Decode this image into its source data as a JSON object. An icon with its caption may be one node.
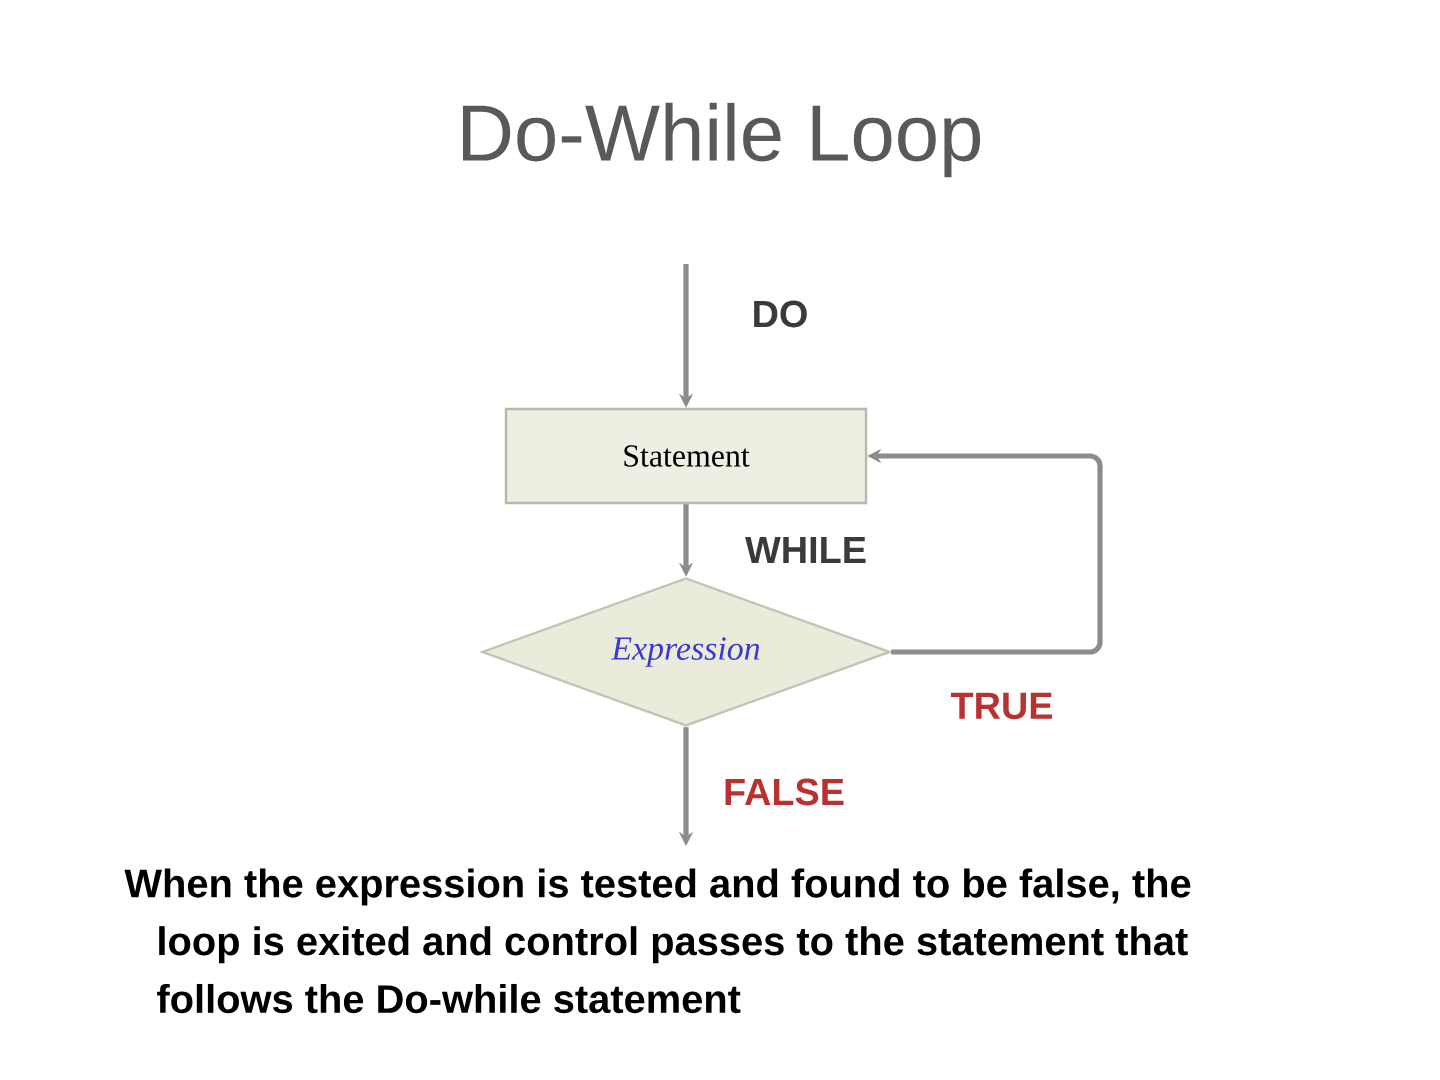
{
  "diagram": {
    "title": "Do-While Loop",
    "caption": "When the expression is tested and found to be false, the loop is exited and control passes to the statement that follows the Do-while statement",
    "nodes": [
      {
        "text": [
          "Statement"
        ]
      },
      {
        "text": [
          "Expression"
        ]
      }
    ],
    "edges": [
      {
        "from": null,
        "to": 0,
        "arrow": "to",
        "label": "DO"
      },
      {
        "from": 0,
        "to": 1,
        "arrow": "to",
        "label": "WHILE"
      },
      {
        "from": 1,
        "to": 0,
        "arrow": "to",
        "label": "TRUE"
      },
      {
        "from": 1,
        "to": null,
        "arrow": "to",
        "label": "FALSE"
      }
    ]
  }
}
